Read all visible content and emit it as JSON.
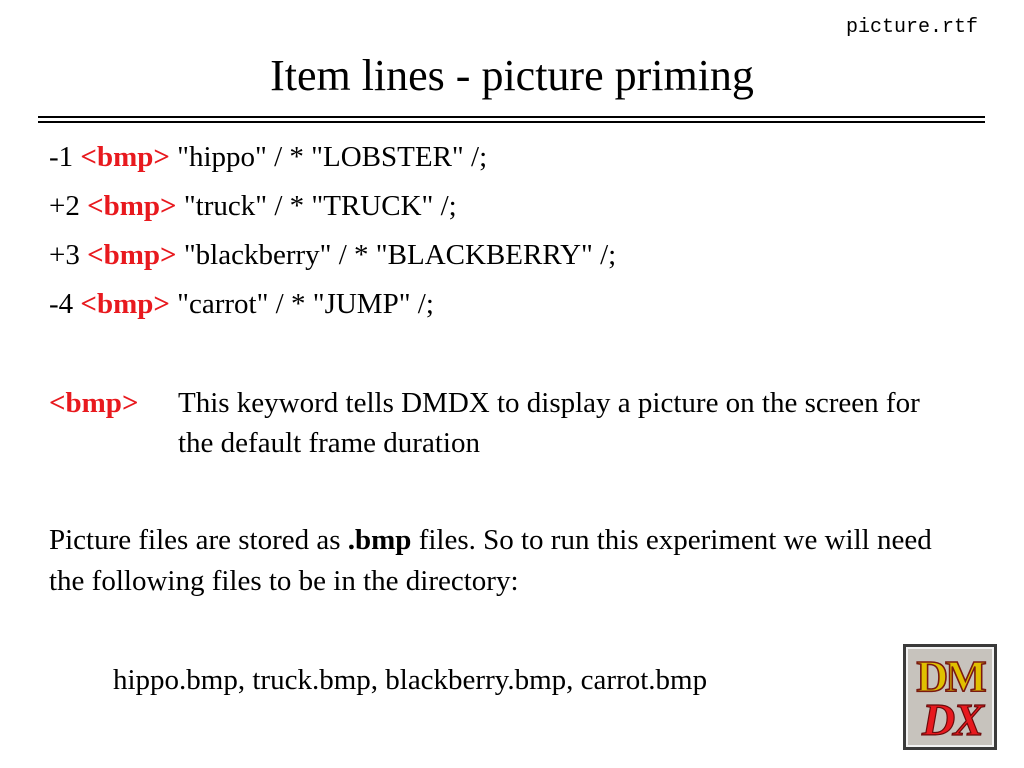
{
  "header": {
    "filename": "picture.rtf",
    "title": "Item lines - picture priming"
  },
  "item_lines": [
    {
      "prefix": "-1",
      "keyword": "<bmp>",
      "text": "\"hippo\" / * \"LOBSTER\" /;"
    },
    {
      "prefix": "+2",
      "keyword": "<bmp>",
      "text": "\"truck\" / * \"TRUCK\" /;"
    },
    {
      "prefix": "+3",
      "keyword": "<bmp>",
      "text": "\"blackberry\" / * \"BLACKBERRY\" /;"
    },
    {
      "prefix": "-4",
      "keyword": "<bmp>",
      "text": "\"carrot\" / * \"JUMP\" /;"
    }
  ],
  "definition": {
    "keyword": "<bmp>",
    "description": "This keyword tells DMDX to display a picture on the screen for the default frame duration"
  },
  "paragraph": {
    "before": "Picture files are stored as ",
    "emphasis": ".bmp",
    "after": " files. So to run this experiment we will need the following files to be in the directory:"
  },
  "file_list": "hippo.bmp, truck.bmp, blackberry.bmp, carrot.bmp",
  "logo": {
    "top_text": "DM",
    "bottom_text": "DX"
  },
  "colors": {
    "keyword": "#e8191e",
    "logo_fill_top": "#e0c000",
    "logo_fill_bottom": "#e8191e",
    "logo_bg": "#c7c3bd"
  }
}
